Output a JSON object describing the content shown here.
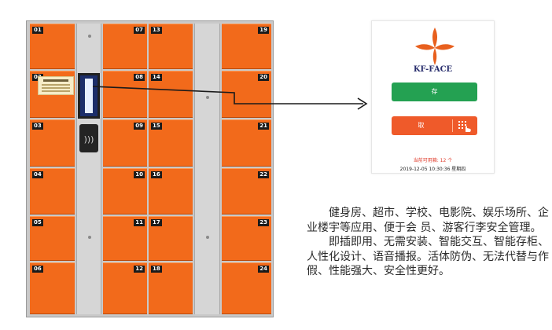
{
  "locker": {
    "doors": [
      "01",
      "02",
      "03",
      "04",
      "05",
      "06",
      "07",
      "08",
      "09",
      "10",
      "11",
      "12",
      "13",
      "14",
      "15",
      "16",
      "17",
      "18",
      "19",
      "20",
      "21",
      "22",
      "23",
      "24"
    ]
  },
  "phone": {
    "brand": "KF-FACE",
    "store_button": "存",
    "take_button": "取",
    "available_text": "当前可用箱: 12 个",
    "datetime_text": "2019-12-05 10:30:36 星期四",
    "colors": {
      "store": "#24a152",
      "take": "#ef5a2a",
      "logo": "#e8601e",
      "brand": "#2a2f6e"
    }
  },
  "description": {
    "paragraph1": "健身房、超市、学校、电影院、娱乐场所、企业楼宇等应用、便于会 员、游客行李安全管理。",
    "paragraph2": "即插即用、无需安装、智能交互、智能存柜、人性化设计、语音播报。活体防伪、无法代替与作假、性能强大、安全性更好。"
  }
}
